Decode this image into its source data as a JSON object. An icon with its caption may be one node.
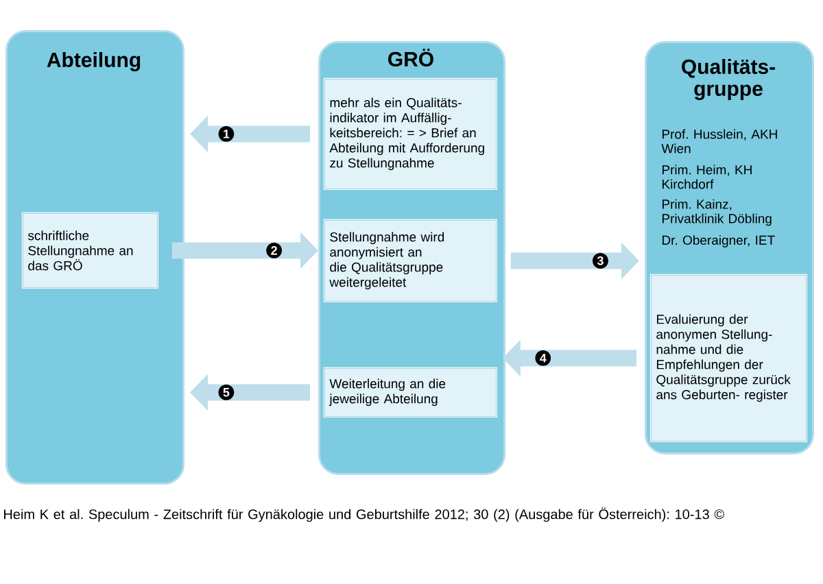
{
  "diagram": {
    "caption": "Heim K et al. Speculum - Zeitschrift für Gynäkologie und Geburtshilfe 2012; 30 (2) (Ausgabe für Österreich): 10-13 ©",
    "nodes": [
      {
        "text": [
          "Abteilung"
        ]
      },
      {
        "text": [
          "schriftliche Stellungnahme an das GRÖ"
        ],
        "in": 0
      },
      {
        "text": [
          "GRÖ"
        ]
      },
      {
        "text": [
          "mehr als ein Qualitäts- indikator im Auffällig- keitsbereich: = > Brief an Abteilung mit Aufforderung zu Stellungnahme"
        ],
        "in": 2
      },
      {
        "text": [
          "Stellungnahme wird anonymisiert an die Qualitätsgruppe weitergeleitet"
        ],
        "in": 2
      },
      {
        "text": [
          "Weiterleitung an die jeweilige Abteilung"
        ],
        "in": 2
      },
      {
        "text": [
          "Qualitäts- gruppe",
          "Prof. Husslein, AKH Wien",
          "Prim. Heim, KH Kirchdorf",
          "Prim. Kainz, Privatklinik Döbling",
          "Dr. Oberaigner, IET"
        ]
      },
      {
        "text": [
          "Evaluierung der anonymen Stellung- nahme und die Empfehlungen der Qualitätsgruppe zurück ans Geburten- register"
        ],
        "in": 6
      }
    ],
    "edges": [
      {
        "from": 3,
        "to": 0,
        "arrow": "to",
        "label": "1"
      },
      {
        "from": 1,
        "to": 4,
        "arrow": "to",
        "label": "2"
      },
      {
        "from": 4,
        "to": 6,
        "arrow": "to",
        "label": "3"
      },
      {
        "from": 7,
        "to": 5,
        "arrow": "to",
        "label": "4"
      },
      {
        "from": 5,
        "to": 0,
        "arrow": "to",
        "label": "5"
      }
    ]
  }
}
